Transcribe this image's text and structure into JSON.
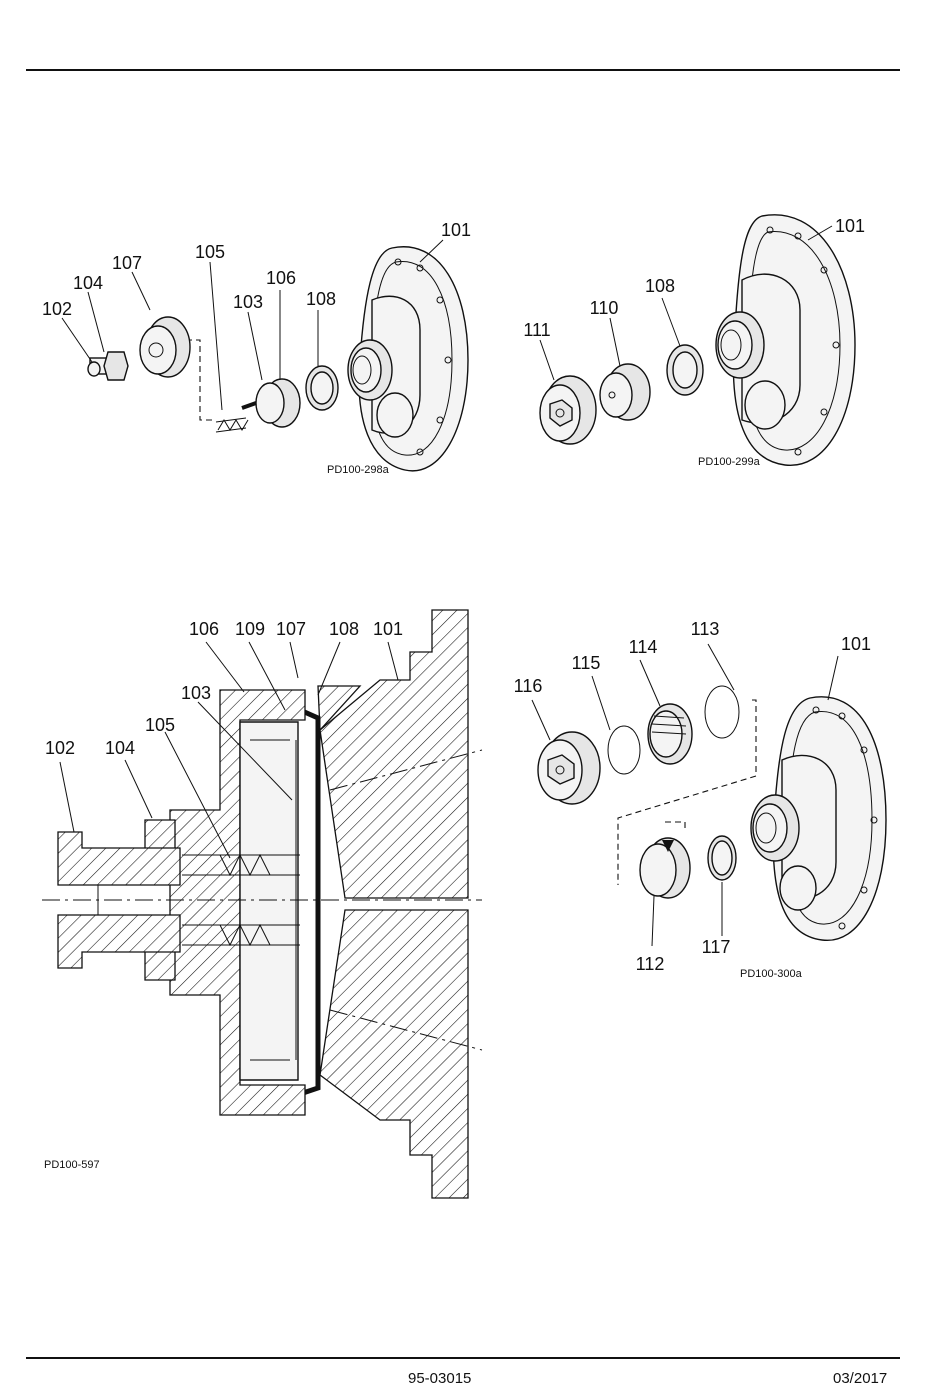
{
  "header": {
    "rule": true
  },
  "figures": [
    {
      "id": "fig-1",
      "ref": "PD100-298a",
      "callouts": {
        "c101": "101",
        "c107": "107",
        "c105": "105",
        "c104": "104",
        "c106": "106",
        "c102": "102",
        "c103": "103",
        "c108": "108"
      }
    },
    {
      "id": "fig-2",
      "ref": "PD100-299a",
      "callouts": {
        "c101": "101",
        "c108": "108",
        "c110": "110",
        "c111": "111"
      }
    },
    {
      "id": "fig-3",
      "ref": "PD100-597",
      "callouts": {
        "c106": "106",
        "c109": "109",
        "c107": "107",
        "c108": "108",
        "c101": "101",
        "c103": "103",
        "c105": "105",
        "c102": "102",
        "c104": "104"
      }
    },
    {
      "id": "fig-4",
      "ref": "PD100-300a",
      "callouts": {
        "c113": "113",
        "c114": "114",
        "c101": "101",
        "c115": "115",
        "c116": "116",
        "c112": "112",
        "c117": "117"
      }
    }
  ],
  "footer": {
    "doc_number": "95-03015",
    "date": "03/2017"
  }
}
